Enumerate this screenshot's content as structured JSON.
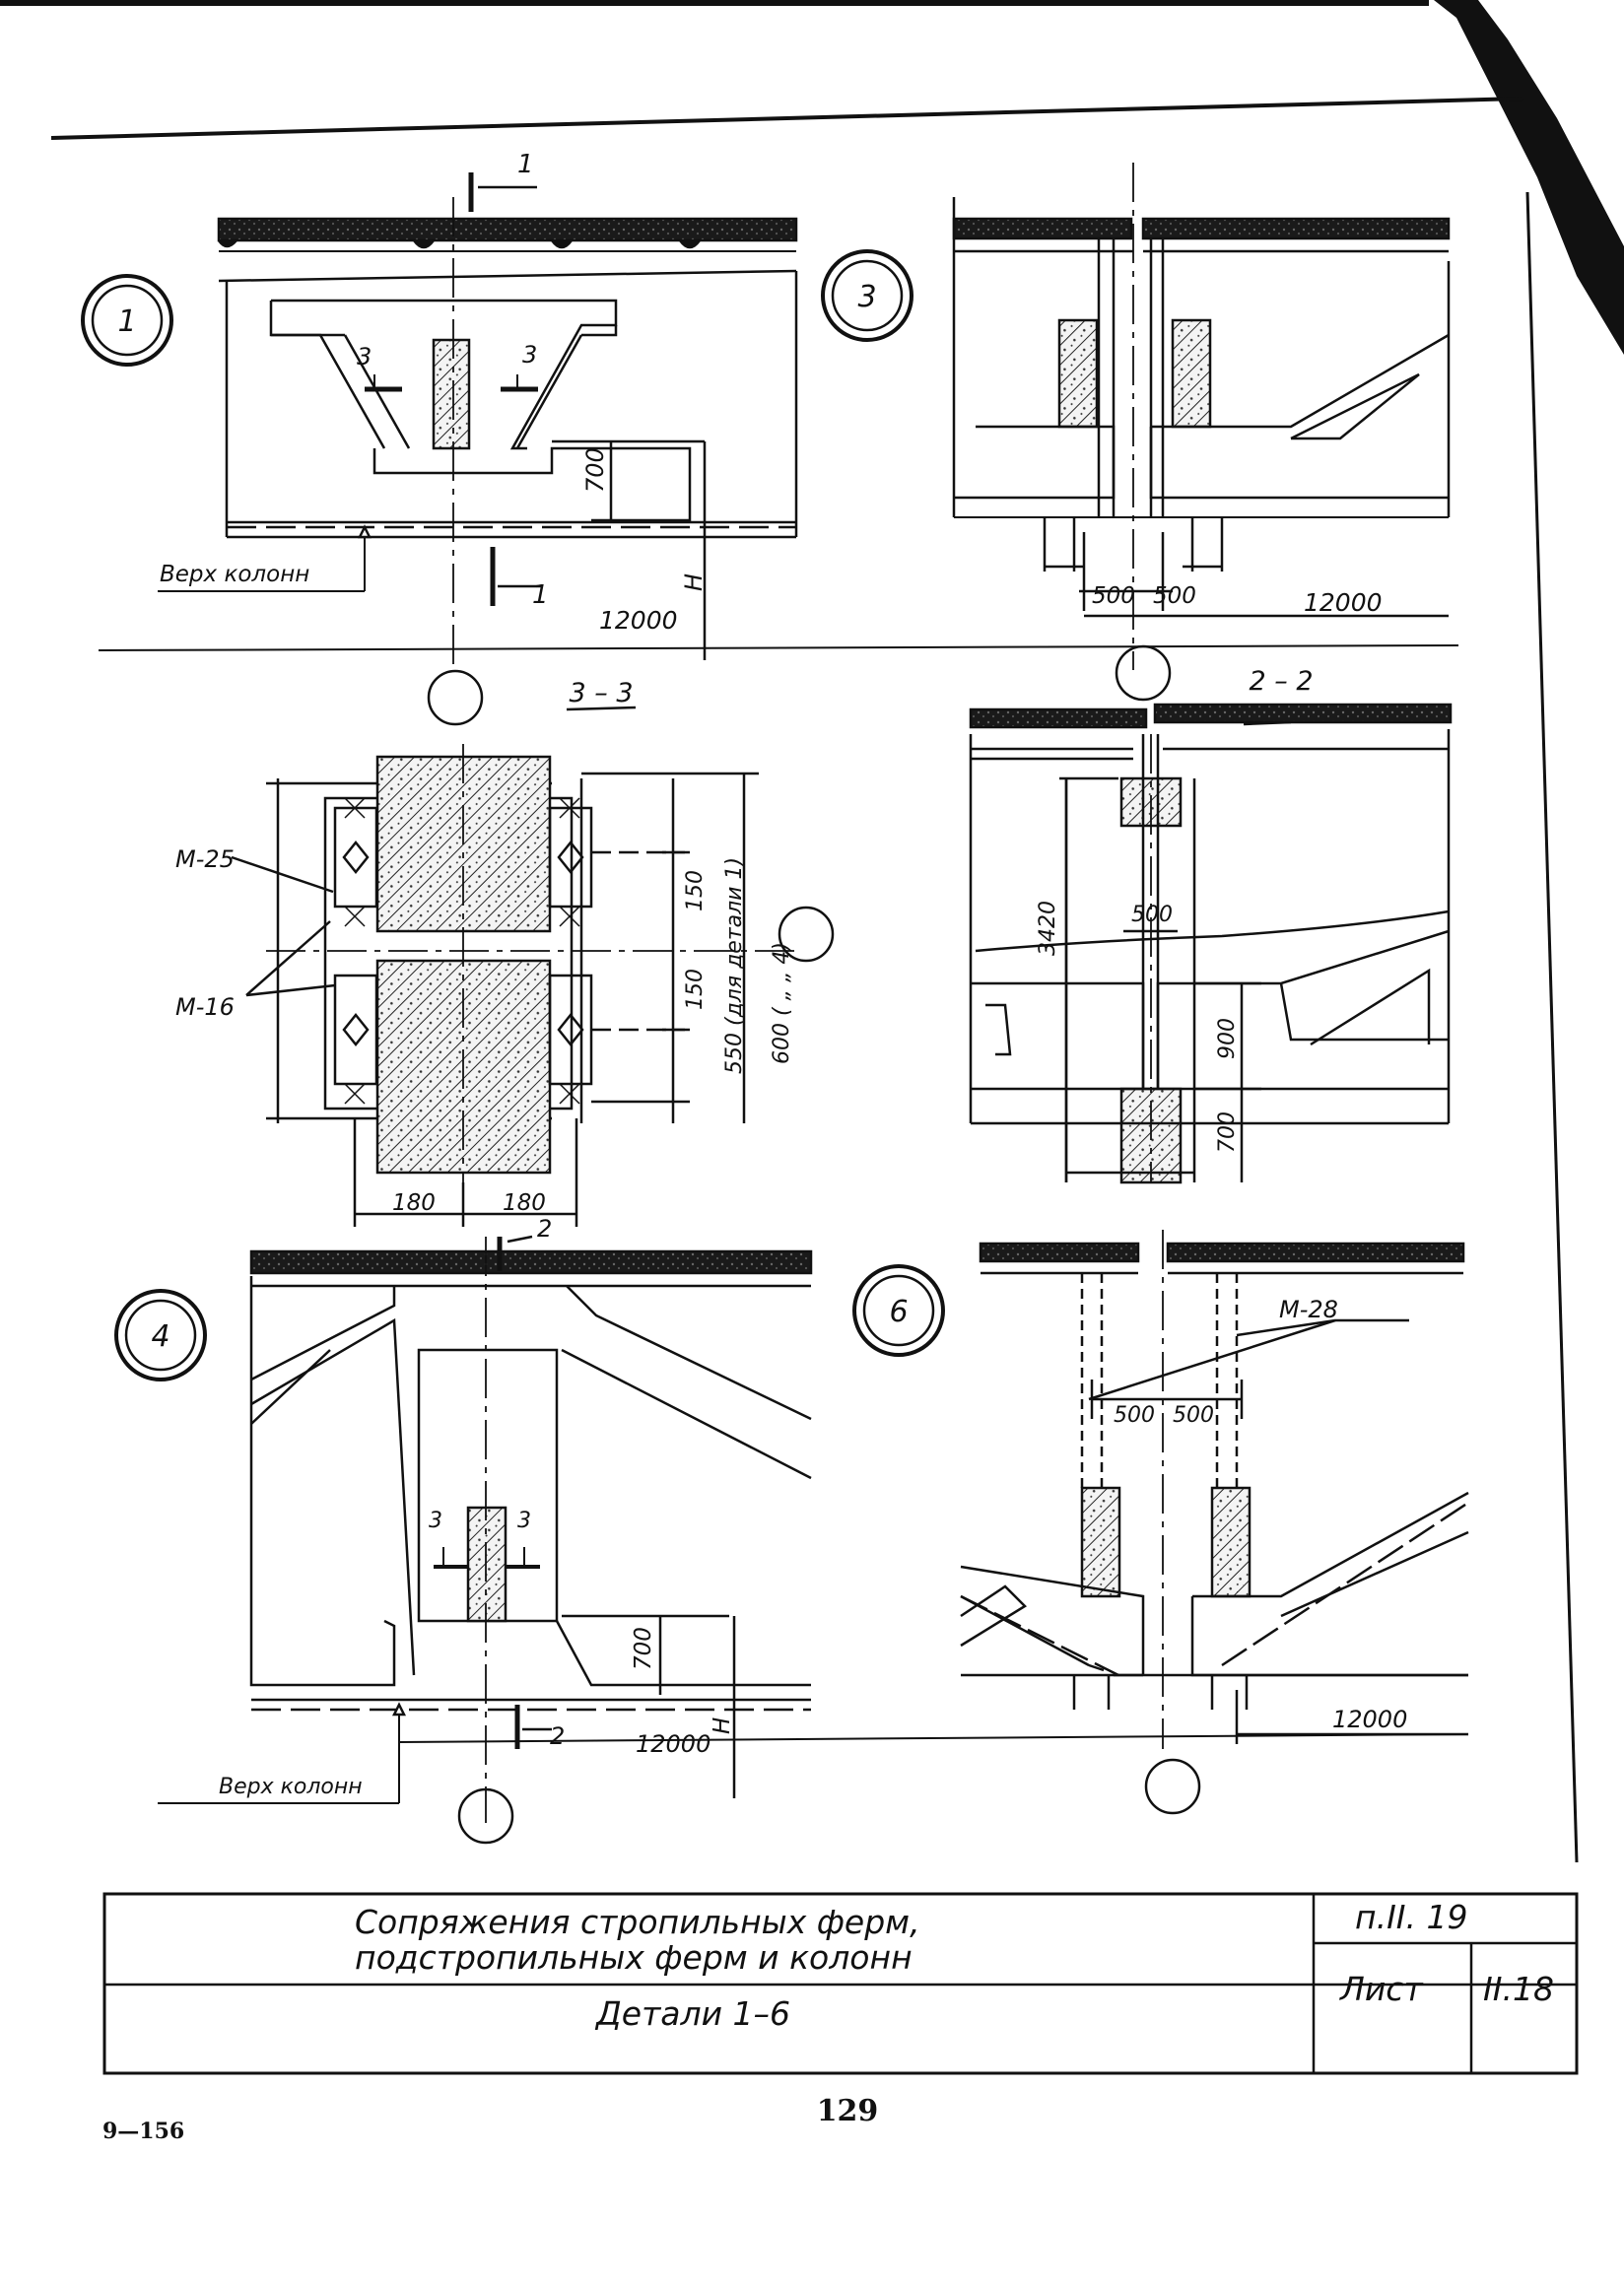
{
  "details": {
    "d1": {
      "num": "1",
      "section_mark": "1",
      "section_mark_bottom": "1",
      "cut_left": "3",
      "cut_right": "3",
      "dim_height": "700",
      "dim_H": "H",
      "span": "12000",
      "top_of_columns": "Верх колонн"
    },
    "d3": {
      "num": "3",
      "dim_a": "500",
      "dim_b": "500",
      "span": "12000"
    },
    "d4": {
      "num": "4",
      "section_mark": "2",
      "section_mark_bottom": "2",
      "cut_left": "3",
      "cut_right": "3",
      "dim_height": "700",
      "dim_H": "H",
      "span": "12000",
      "top_of_columns": "Верх колонн"
    },
    "d6": {
      "num": "6",
      "dim_a": "500",
      "dim_b": "500",
      "span": "12000",
      "label_m28": "М-28"
    }
  },
  "section_33": {
    "title": "3 – 3",
    "label_m25": "М-25",
    "label_m16": "М-16",
    "dim_150a": "150",
    "dim_150b": "150",
    "dim_550": "550 (для детали 1)",
    "dim_600": "600 ( „   „ 4)",
    "dim_180a": "180",
    "dim_180b": "180"
  },
  "section_22": {
    "title": "2 – 2",
    "dim_3420": "3420",
    "dim_500": "500",
    "dim_900": "900",
    "dim_700": "700"
  },
  "title_block": {
    "title_line1": "Сопряжения стропильных ферм,",
    "title_line2": "подстропильных ферм и колонн",
    "subtitle": "Детали 1–6",
    "doc_ref": "п.II. 19",
    "sheet_label": "Лист",
    "sheet_num": "II.18"
  },
  "footer": {
    "page_number": "129",
    "code": "9—156"
  }
}
